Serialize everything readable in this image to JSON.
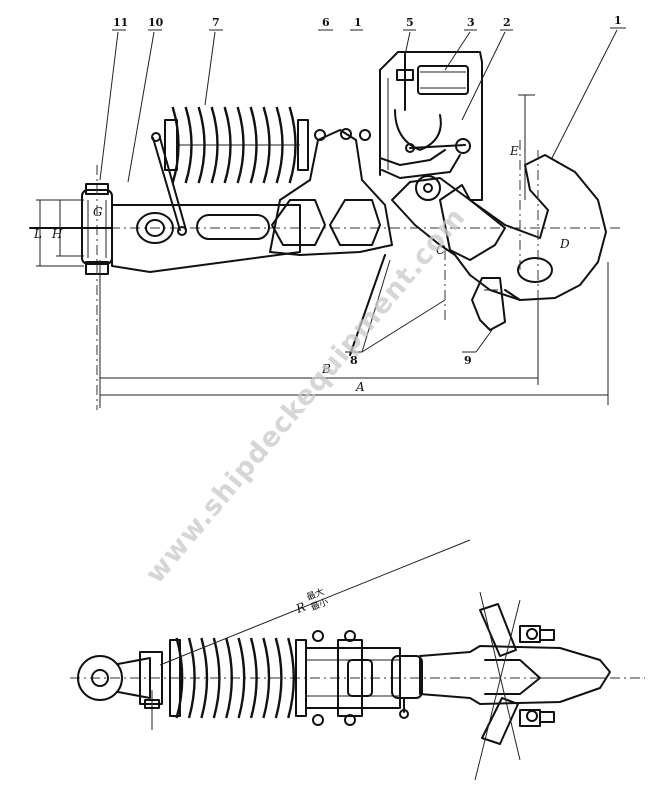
{
  "callouts": {
    "n11": "11",
    "n10": "10",
    "n7": "7",
    "n6": "6",
    "n1a": "1",
    "n5": "5",
    "n3": "3",
    "n2": "2",
    "n1b": "1",
    "n8": "8",
    "n9": "9"
  },
  "dimensions": {
    "L": "L",
    "H": "H",
    "G": "G",
    "C": "C",
    "D": "D",
    "B": "B",
    "A": "A",
    "E": "E",
    "R": "R"
  },
  "radius_note": {
    "max": "最大",
    "min": "最小"
  },
  "watermark": "www.shipdeckequipment.com"
}
